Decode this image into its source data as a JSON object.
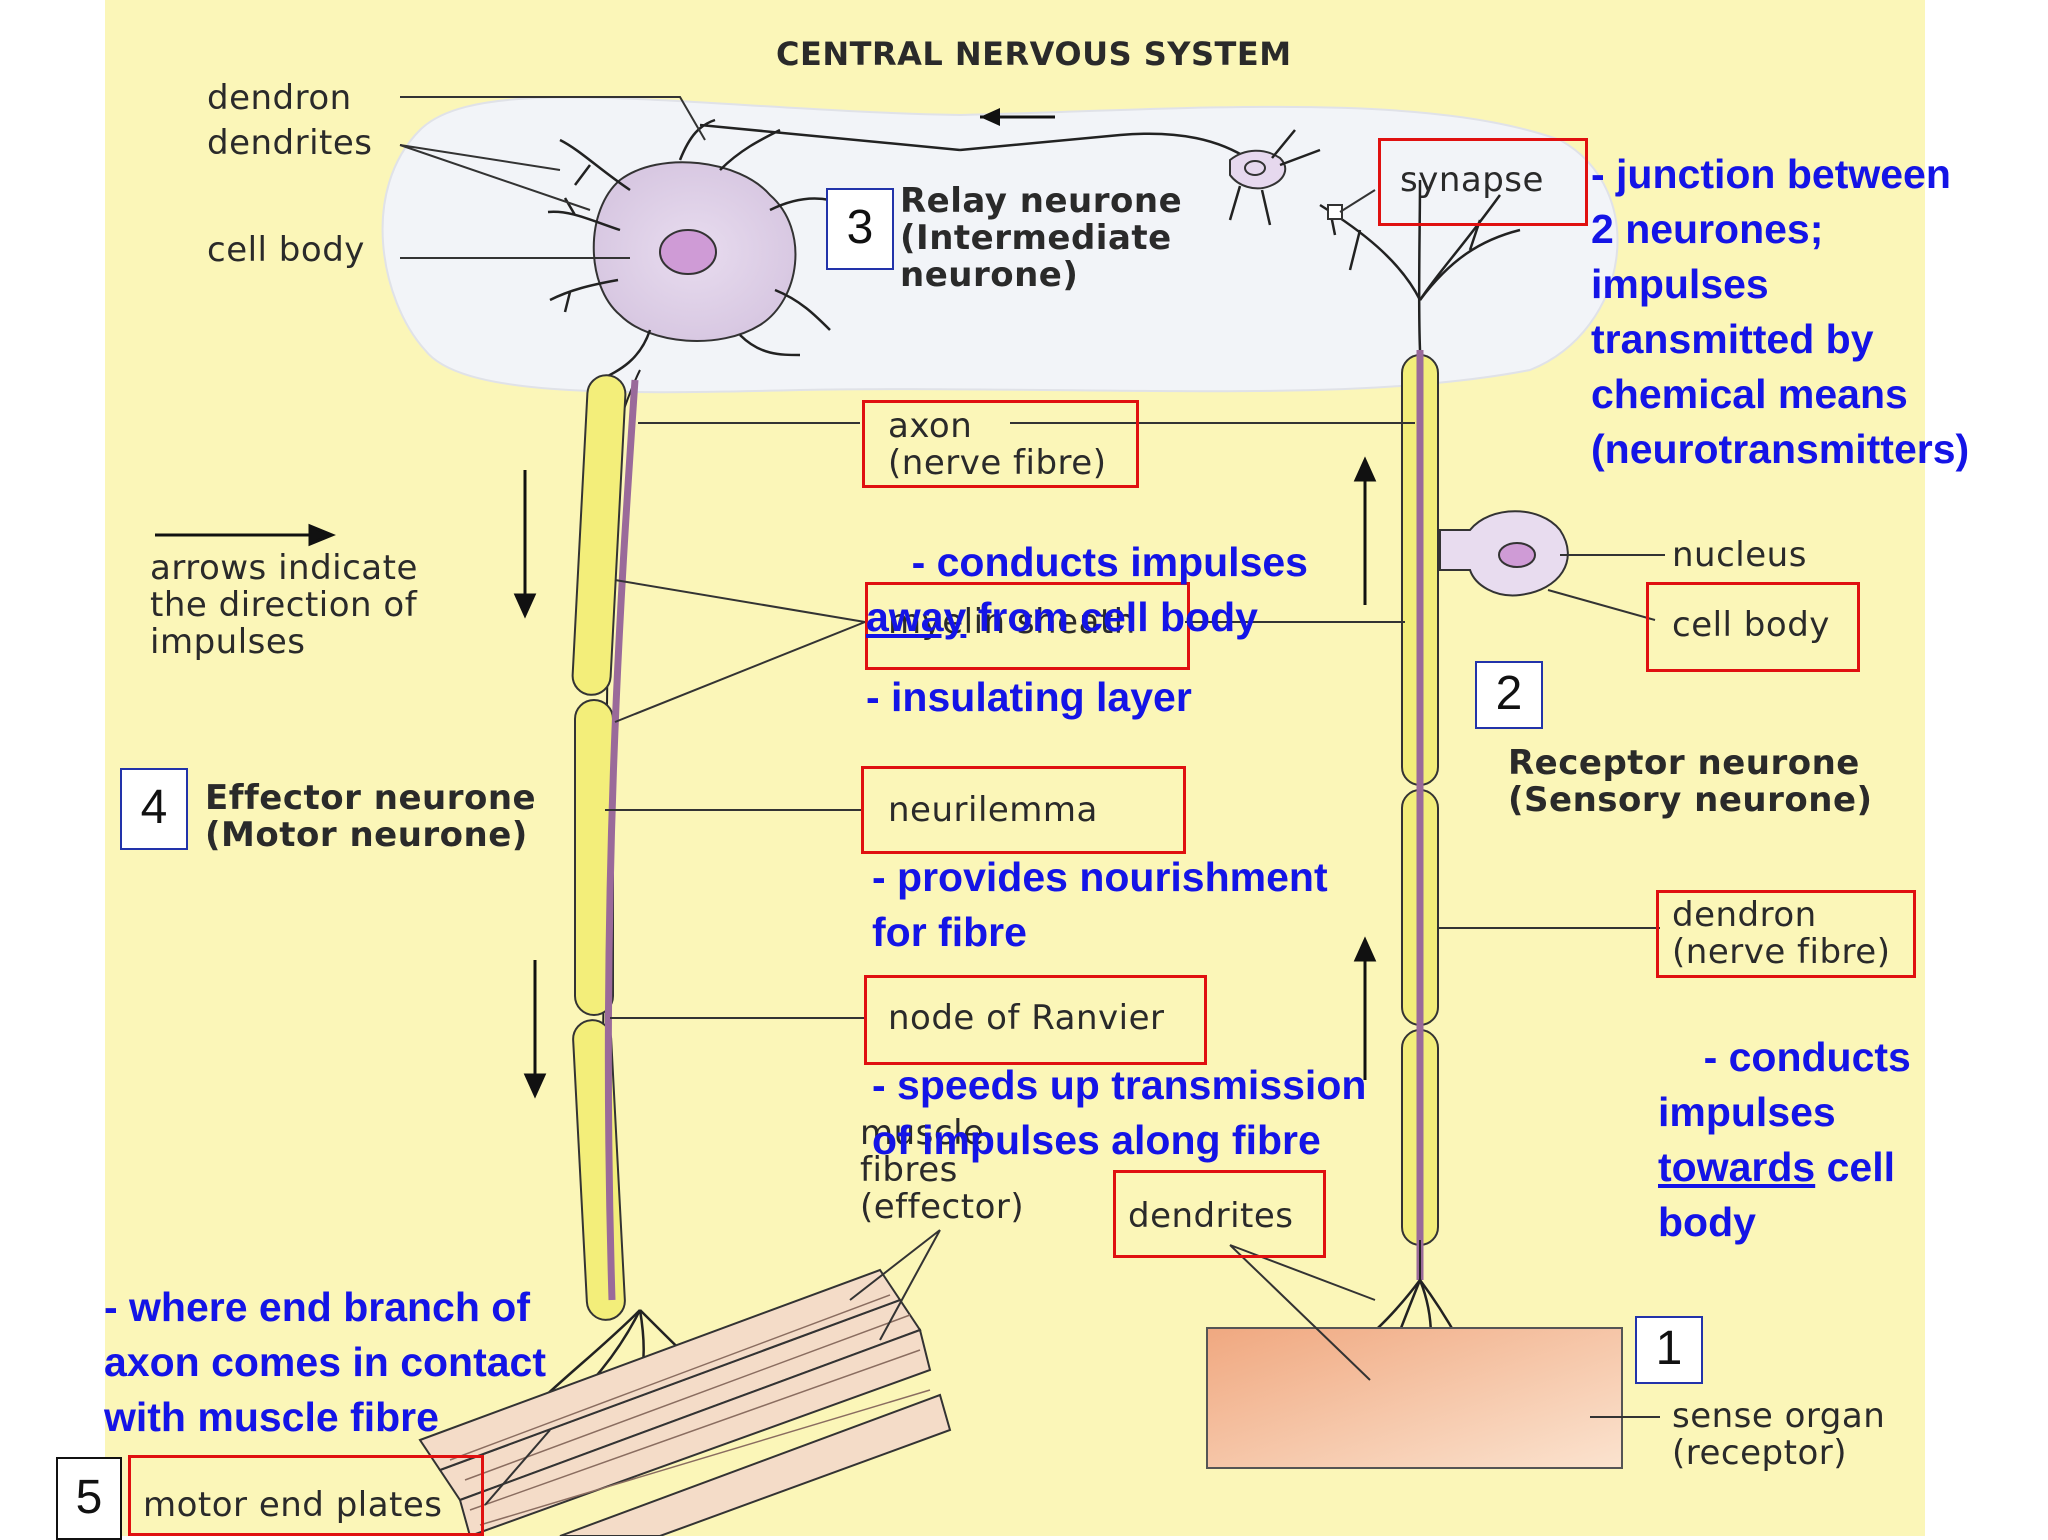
{
  "title": "CENTRAL NERVOUS SYSTEM",
  "labels": {
    "dendron_top": "dendron",
    "dendrites_top": "dendrites",
    "cell_body_left": "cell body",
    "relay_neurone": "Relay neurone\n(Intermediate\nneurone)",
    "synapse": "synapse",
    "axon": "axon\n(nerve fibre)",
    "arrows_note": "arrows indicate\nthe direction of\nimpulses",
    "nucleus": "nucleus",
    "myelin_sheath": "myelin sheath",
    "cell_body_right": "cell body",
    "receptor_neurone": "Receptor neurone\n(Sensory neurone)",
    "effector_neurone": "Effector neurone\n(Motor neurone)",
    "neurilemma": "neurilemma",
    "dendron_right": "dendron\n(nerve fibre)",
    "node_of_ranvier": "node of Ranvier",
    "muscle_fibres": "muscle\nfibres\n(effector)",
    "dendrites_bottom": "dendrites",
    "sense_organ": "sense organ\n(receptor)",
    "motor_end_plates": "motor end plates"
  },
  "numbers": [
    "1",
    "2",
    "3",
    "4",
    "5"
  ],
  "notes": {
    "synapse": "- junction between\n2 neurones;\nimpulses\ntransmitted by\nchemical means\n(neurotransmitters)",
    "axon_l1": "- conducts impulses",
    "axon_l2a": "away",
    "axon_l2b": " from cell body",
    "myelin": "- insulating layer",
    "neurilemma": "- provides nourishment\nfor fibre",
    "node": "- speeds up transmission\nof impulses along fibre",
    "dendron_l1": "- conducts\nimpulses",
    "dendron_l2a": "towards",
    "dendron_l2b": " cell\nbody",
    "motor_end": "- where end branch of\naxon comes in contact\nwith muscle fibre"
  },
  "colors": {
    "background": "#fbf6b8",
    "cns_cloud": "#f2f4f8",
    "annotation_blue": "#1414e6",
    "highlight_red": "#e01010",
    "myelin_yellow": "#f3ee7a",
    "axon_purple": "#9a6a9a",
    "sense_organ": "#f2b48e"
  }
}
